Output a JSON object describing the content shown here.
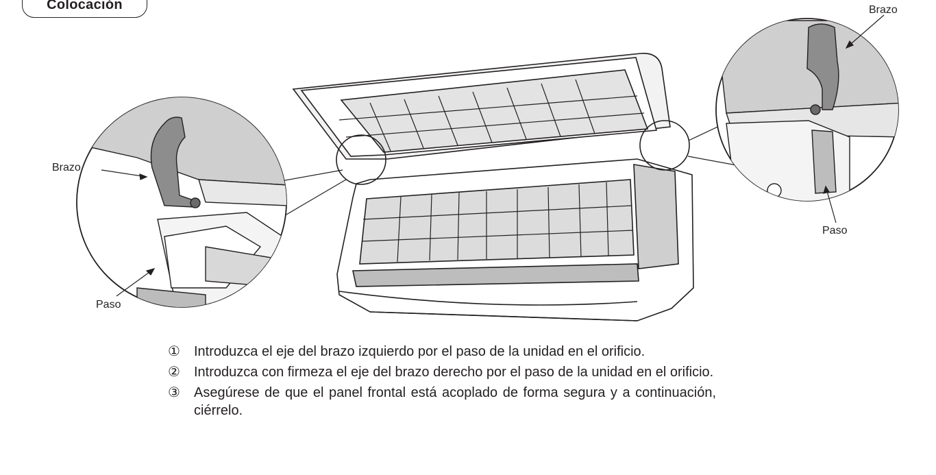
{
  "section": {
    "title": "Colocación"
  },
  "figure": {
    "callouts": {
      "left_arm": "Brazo",
      "left_step": "Paso",
      "right_arm": "Brazo",
      "right_step": "Paso"
    }
  },
  "steps": [
    {
      "number": "①",
      "text": "Introduzca el eje del brazo izquierdo por el paso de la unidad en el orificio."
    },
    {
      "number": "②",
      "text": "Introduzca con firmeza el eje del brazo derecho por el paso de la unidad en el orificio."
    },
    {
      "number": "③",
      "text": "Asegúrese de que el panel frontal está acoplado de forma segura y a continuación, ciérrelo."
    }
  ]
}
